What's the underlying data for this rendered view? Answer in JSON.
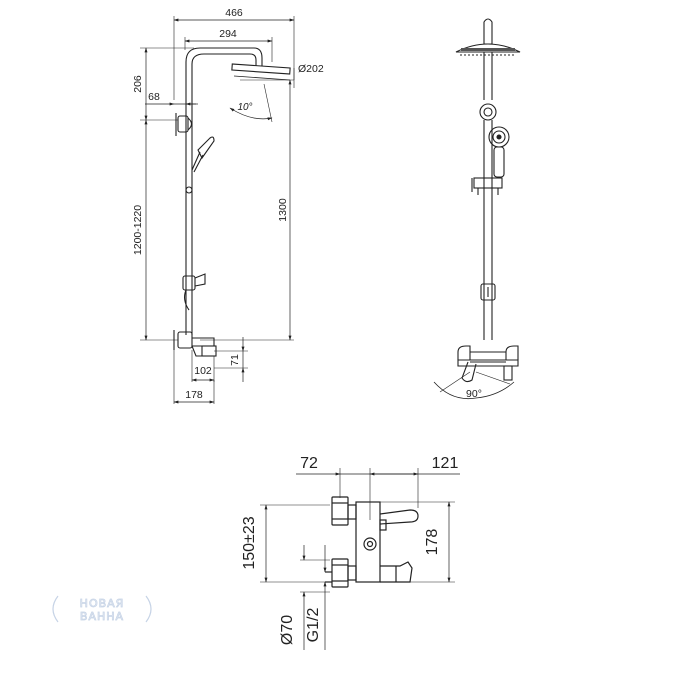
{
  "side_view": {
    "dims": {
      "total_width": "466",
      "arm_width": "294",
      "head_diameter": "Ø202",
      "head_height": "206",
      "wall_offset": "68",
      "tilt_angle": "10°",
      "height_range": "1200-1220",
      "total_height": "1300",
      "spout_height": "71",
      "spout_length": "102",
      "mixer_depth": "178"
    }
  },
  "front_view": {
    "dims": {
      "spout_rotation": "90°"
    }
  },
  "mixer_view": {
    "dims": {
      "left_offset": "72",
      "handle_length": "121",
      "center_distance": "150±23",
      "mixer_height": "178",
      "flange_diameter": "Ø70",
      "thread": "G1/2"
    }
  },
  "watermark": {
    "line1": "НОВАЯ",
    "line2": "ВАННА"
  }
}
